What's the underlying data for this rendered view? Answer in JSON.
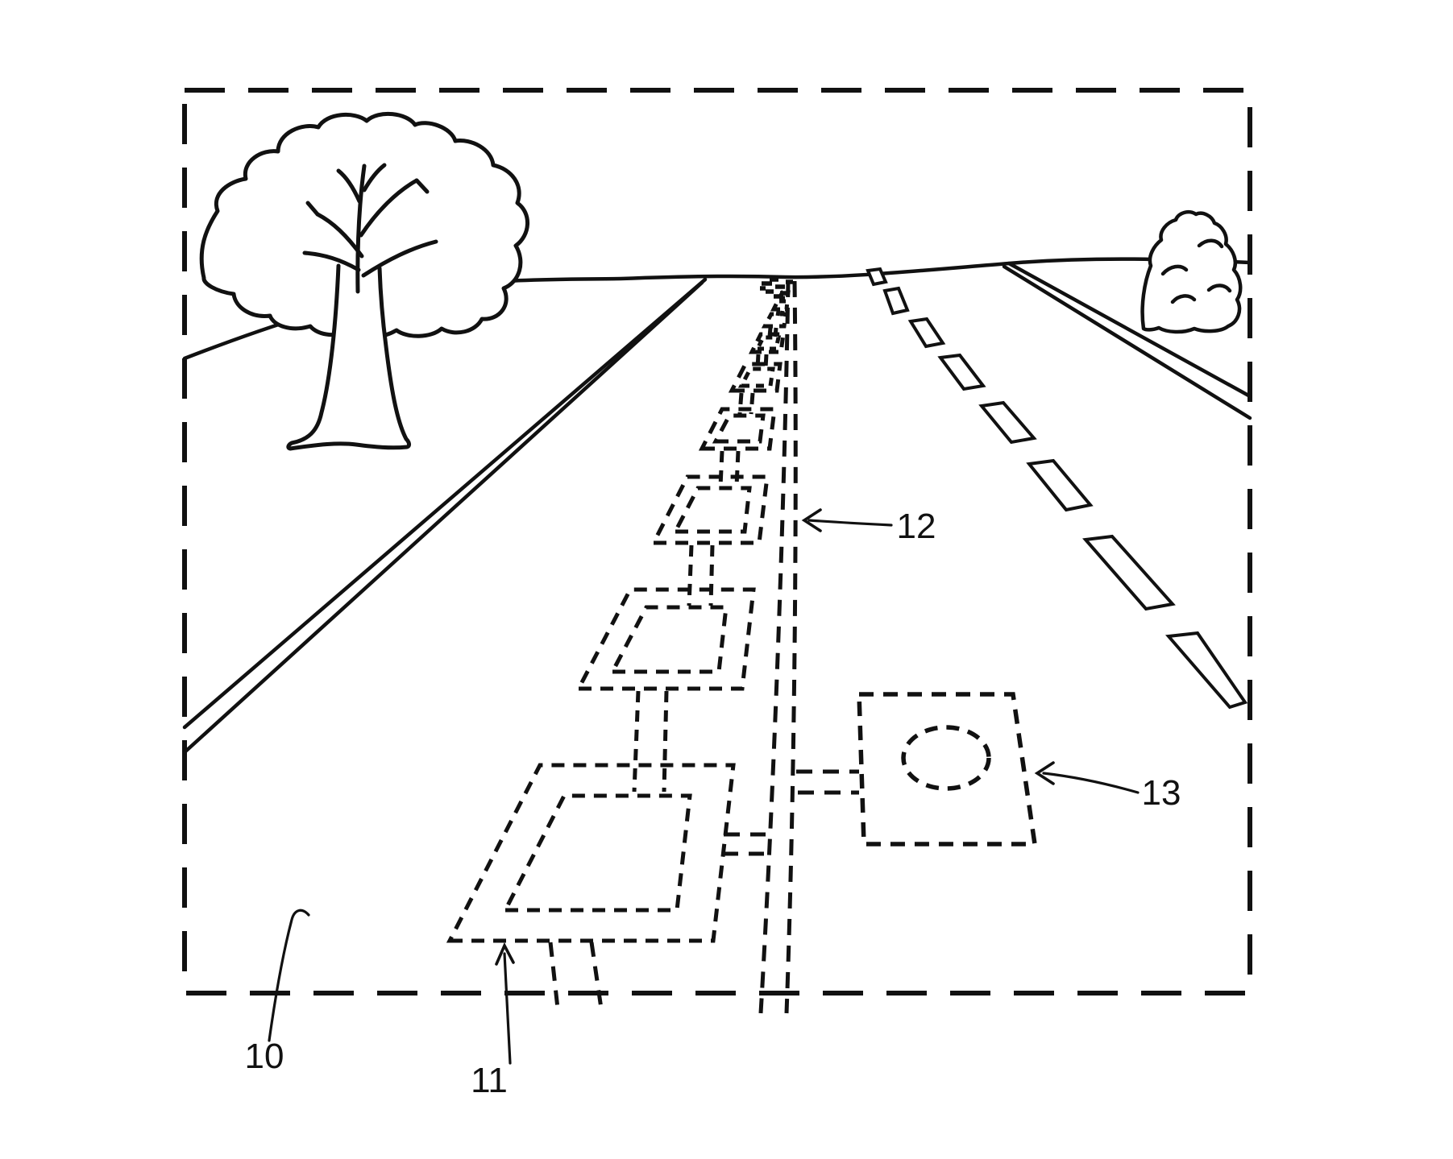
{
  "figure": {
    "background": "#ffffff",
    "ink": "#111111",
    "labels": {
      "frame": "10",
      "coil_chain": "11",
      "cable": "12",
      "roadside_unit": "13"
    }
  }
}
